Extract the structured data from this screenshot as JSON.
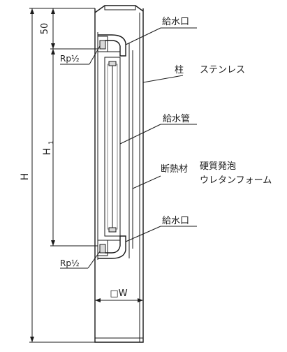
{
  "dimensions": {
    "top_offset": "50",
    "h1": "H",
    "h1_subscript": "1",
    "total": "H",
    "width": "□W",
    "thread_top": "Rp½",
    "thread_bottom": "Rp½"
  },
  "labels": {
    "inlet_top": "給水口",
    "column": "柱",
    "column_material": "ステンレス",
    "water_pipe": "給水管",
    "insulation": "断熱材",
    "insulation_material_1": "硬質発泡",
    "insulation_material_2": "ウレタンフォーム",
    "inlet_bottom": "給水口"
  }
}
